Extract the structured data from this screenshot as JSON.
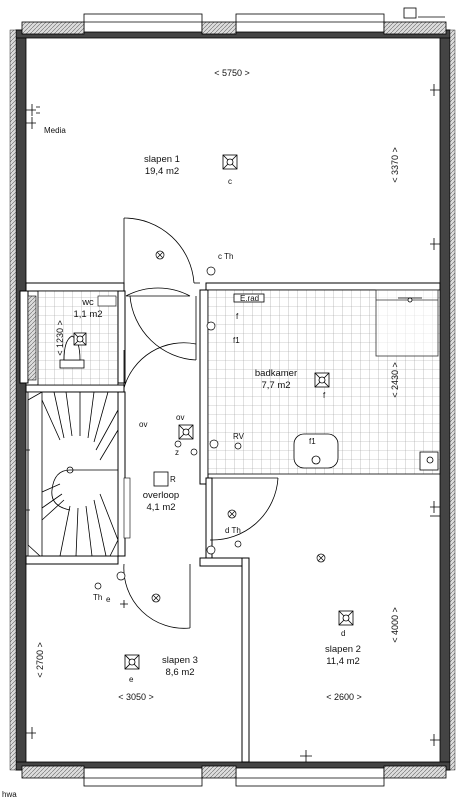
{
  "rooms": {
    "slapen1": {
      "name": "slapen 1",
      "area": "19,4 m2"
    },
    "wc": {
      "name": "wc",
      "area": "1,1 m2"
    },
    "badkamer": {
      "name": "badkamer",
      "area": "7,7 m2"
    },
    "overloop": {
      "name": "overloop",
      "area": "4,1 m2"
    },
    "slapen3": {
      "name": "slapen 3",
      "area": "8,6 m2"
    },
    "slapen2": {
      "name": "slapen 2",
      "area": "11,4 m2"
    }
  },
  "dimensions": {
    "top_width": "< 5750 >",
    "right_upper": "< 3370 >",
    "right_middle": "< 2430 >",
    "right_lower": "< 4000 >",
    "left_wc": "< 1230 >",
    "left_lower": "< 2700 >",
    "slapen3_width": "< 3050 >",
    "slapen2_width": "< 2600 >"
  },
  "labels": {
    "media": "Media",
    "c": "c",
    "c_th": "c  Th",
    "e_rad": "E.rad",
    "f": "f",
    "f1": "f1",
    "rv": "RV",
    "f1_sink": "f1",
    "ov1": "ov",
    "ov2": "ov",
    "z": "z",
    "r": "R",
    "d_th": "d  Th",
    "th_e": "Th",
    "e_sub": "e",
    "d": "d",
    "e": "e",
    "hwa": "hwa"
  }
}
